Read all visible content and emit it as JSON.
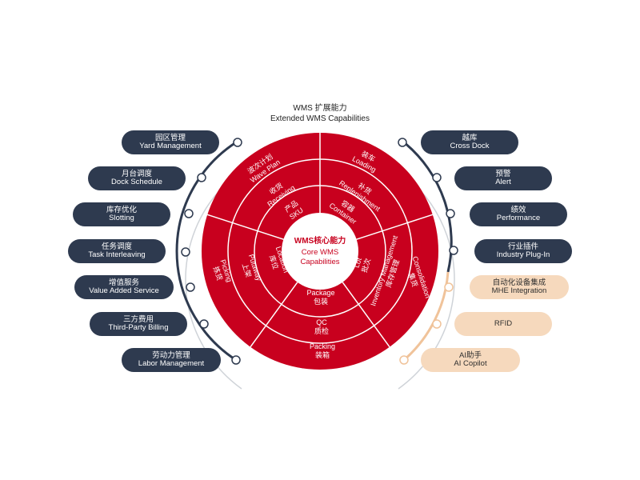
{
  "title": {
    "zh": "WMS 扩展能力",
    "en": "Extended WMS Capabilities"
  },
  "core": {
    "zh": "WMS核心能力",
    "en1": "Core WMS",
    "en2": "Capabilities"
  },
  "left_items": [
    {
      "zh": "园区管理",
      "en": "Yard Management"
    },
    {
      "zh": "月台调度",
      "en": "Dock Schedule"
    },
    {
      "zh": "库存优化",
      "en": "Slotting"
    },
    {
      "zh": "任务调度",
      "en": "Task Interleaving"
    },
    {
      "zh": "增值服务",
      "en": "Value Added Service"
    },
    {
      "zh": "三方费用",
      "en": "Third-Party Billing"
    },
    {
      "zh": "劳动力管理",
      "en": "Labor Management"
    }
  ],
  "right_items": [
    {
      "zh": "越库",
      "en": "Cross Dock",
      "style": "dark"
    },
    {
      "zh": "预警",
      "en": "Alert",
      "style": "dark"
    },
    {
      "zh": "绩效",
      "en": "Performance",
      "style": "dark"
    },
    {
      "zh": "行业插件",
      "en": "Industry Plug-In",
      "style": "dark"
    },
    {
      "zh": "自动化设备集成",
      "en": "MHE Integration",
      "style": "light"
    },
    {
      "zh": "",
      "en": "RFID",
      "style": "light"
    },
    {
      "zh": "AI助手",
      "en": "AI Copilot",
      "style": "light"
    }
  ],
  "ring_outer": [
    {
      "zh": "波次计划",
      "en": "Wave Plan"
    },
    {
      "zh": "装车",
      "en": "Loading"
    },
    {
      "zh": "集货",
      "en": "Consolidation"
    },
    {
      "zh": "装箱",
      "en": "Packing"
    },
    {
      "zh": "拣货",
      "en": "Picking"
    }
  ],
  "ring_middle": [
    {
      "zh": "收货",
      "en": "Receiving"
    },
    {
      "zh": "补货",
      "en": "Replenishment"
    },
    {
      "zh": "库存管理",
      "en": "Inventory Management"
    },
    {
      "zh": "质检",
      "en": "QC"
    },
    {
      "zh": "上架",
      "en": "Putaway"
    }
  ],
  "ring_inner": [
    {
      "zh": "产品",
      "en": "SKU"
    },
    {
      "zh": "容器",
      "en": "Container"
    },
    {
      "zh": "批次",
      "en": "Lot"
    },
    {
      "zh": "包装",
      "en": "Package"
    },
    {
      "zh": "库位",
      "en": "Location"
    }
  ],
  "colors": {
    "red": "#c8001e",
    "navy": "#2e3a4f",
    "peach": "#f6d9bd",
    "peach_ring": "#f0c39a",
    "gray_ring": "#cfd3d8"
  }
}
